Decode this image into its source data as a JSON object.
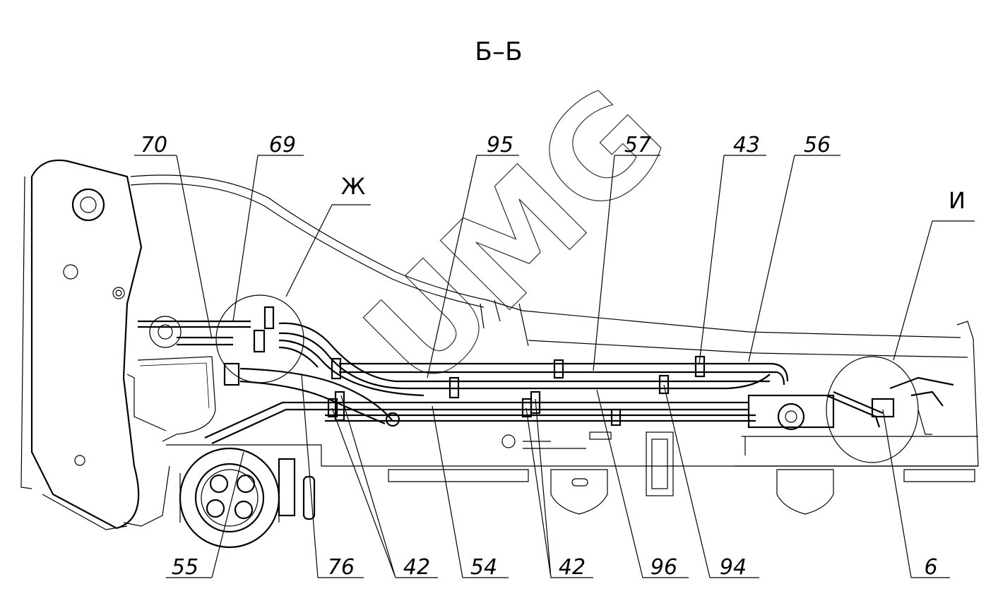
{
  "title": "Б–Б",
  "watermark": "UMG",
  "callouts_top": [
    {
      "id": "70"
    },
    {
      "id": "69"
    },
    {
      "id": "Ж"
    },
    {
      "id": "95"
    },
    {
      "id": "57"
    },
    {
      "id": "43"
    },
    {
      "id": "56"
    },
    {
      "id": "И"
    }
  ],
  "callouts_bottom": [
    {
      "id": "55"
    },
    {
      "id": "76"
    },
    {
      "id": "42"
    },
    {
      "id": "54"
    },
    {
      "id": "42"
    },
    {
      "id": "96"
    },
    {
      "id": "94"
    },
    {
      "id": "6"
    }
  ]
}
